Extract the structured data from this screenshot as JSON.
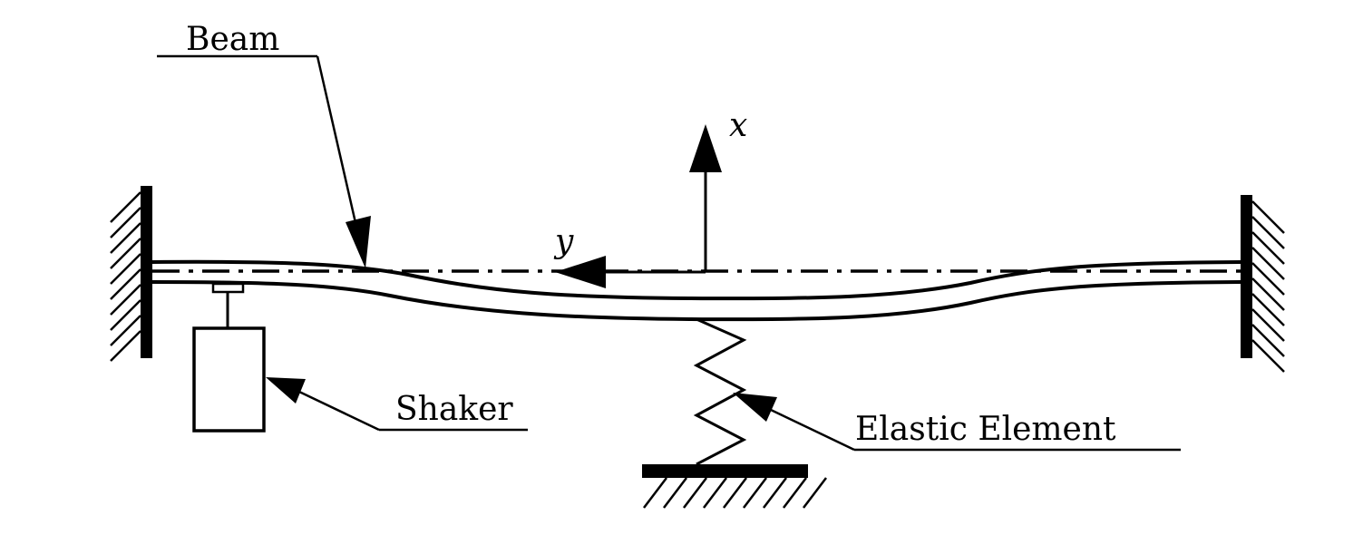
{
  "labels": {
    "beam": "Beam",
    "shaker": "Shaker",
    "elastic_element": "Elastic Element",
    "axis_x": "x",
    "axis_y": "y"
  },
  "colors": {
    "ink": "#000000",
    "background": "#ffffff"
  }
}
